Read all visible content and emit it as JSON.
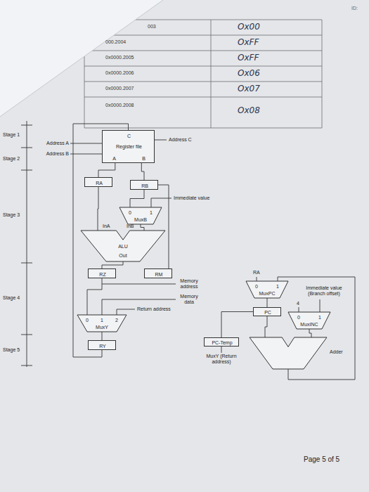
{
  "diagram": {
    "nodes": [
      {
        "text": [
          "C",
          "Register file",
          "A",
          "B"
        ]
      },
      {
        "text": [
          "RA"
        ]
      },
      {
        "text": [
          "RB"
        ]
      },
      {
        "text": [
          "0",
          "1",
          "MuxB"
        ]
      },
      {
        "text": [
          "ALU",
          "Out"
        ]
      },
      {
        "text": [
          "RZ"
        ]
      },
      {
        "text": [
          "RM"
        ]
      },
      {
        "text": [
          "0",
          "1",
          "2",
          "MuxY"
        ]
      },
      {
        "text": [
          "RY"
        ]
      },
      {
        "text": [
          "0",
          "1",
          "MuxPC"
        ]
      },
      {
        "text": [
          "PC"
        ]
      },
      {
        "text": [
          "0",
          "1",
          "MuxINC"
        ]
      },
      {
        "text": [
          "PC-Temp"
        ]
      },
      {
        "text": [
          "Adder"
        ]
      }
    ],
    "edges": [
      {
        "from": 0,
        "to": 1,
        "arrow": "none"
      },
      {
        "from": 0,
        "to": 2,
        "arrow": "none"
      },
      {
        "from": 2,
        "to": 3,
        "arrow": "none"
      },
      {
        "from": 2,
        "to": 6,
        "arrow": "none"
      },
      {
        "from": 3,
        "to": 4,
        "arrow": "none"
      },
      {
        "from": 1,
        "to": 4,
        "arrow": "none"
      },
      {
        "from": 4,
        "to": 5,
        "arrow": "none"
      },
      {
        "from": 5,
        "to": 7,
        "arrow": "none"
      },
      {
        "from": 7,
        "to": 8,
        "arrow": "none"
      },
      {
        "from": 8,
        "to": 0,
        "arrow": "none"
      },
      {
        "from": 9,
        "to": 10,
        "arrow": "none"
      },
      {
        "from": 10,
        "to": 13,
        "arrow": "none"
      },
      {
        "from": 11,
        "to": 13,
        "arrow": "none"
      },
      {
        "from": 10,
        "to": 12,
        "arrow": "none"
      },
      {
        "from": 13,
        "to": 9,
        "arrow": "none"
      }
    ],
    "labels": [
      "003",
      "000.2004",
      "0x0000.2005",
      "0x0000.2006",
      "0x0000.2007",
      "0x0000.2008",
      "Ox00",
      "OxFF",
      "OxFF",
      "Ox06",
      "Ox07",
      "Ox08",
      "ID:",
      "Stage 1",
      "Stage 2",
      "Stage 3",
      "Stage 4",
      "Stage 5",
      "Address A",
      "Address B",
      "Address C",
      "Immediate value",
      "InA",
      "InB",
      "Memory address",
      "Memory data",
      "Return address",
      "RA",
      "Immediate value (Branch offset)",
      "4",
      "MuxY (Return address)",
      "Page 5 of 5"
    ]
  }
}
